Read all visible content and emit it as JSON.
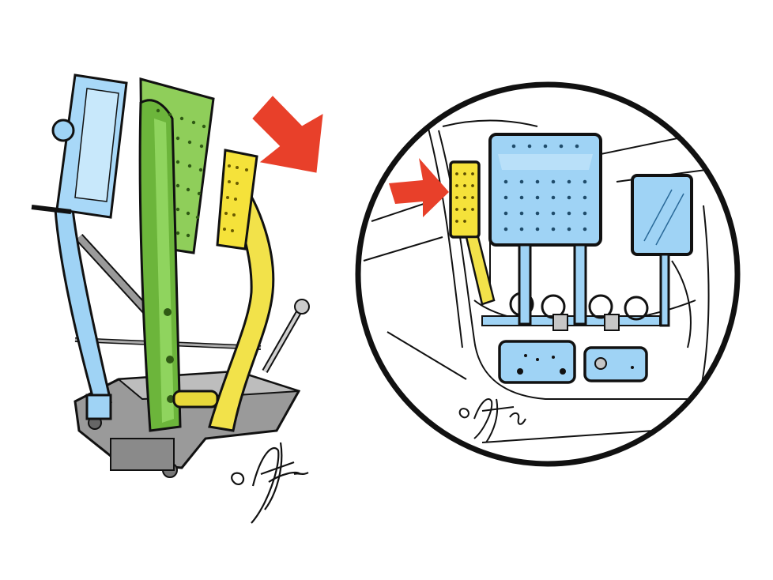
{
  "illustration": {
    "left_panel": {
      "pedals": [
        "clutch-pedal",
        "brake-pedal",
        "accelerator-pedal"
      ],
      "signature": "©AP 200-"
    },
    "right_panel": {
      "signature": "©AP 98"
    }
  },
  "colors": {
    "clutch": "#9fd3f5",
    "brake": "#7ec24a",
    "accelerator": "#f2e24a",
    "bracket": "#8c8c8c",
    "arrow": "#e8402a",
    "outline": "#111111"
  }
}
